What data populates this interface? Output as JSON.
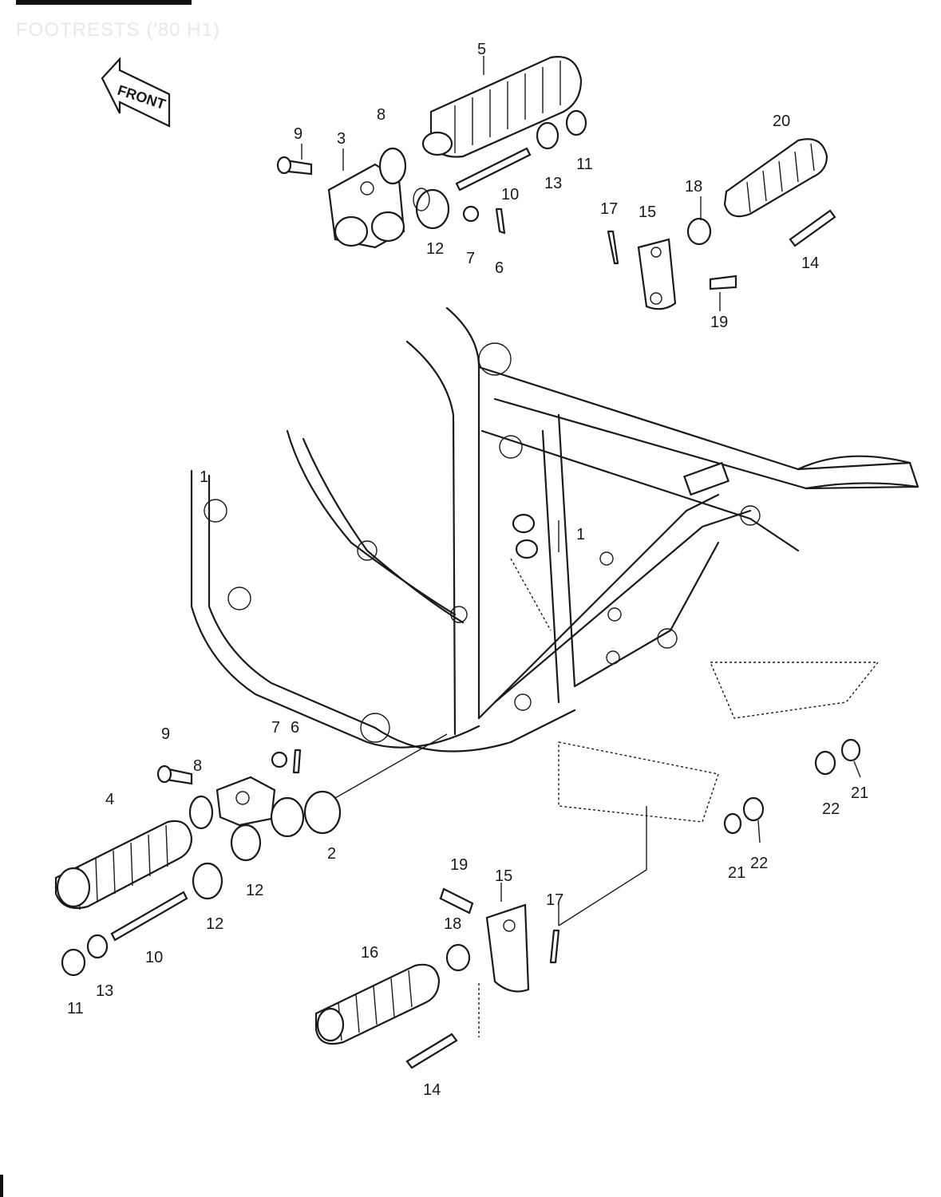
{
  "header": {
    "title": "FOOTRESTS ('80 H1)"
  },
  "front_arrow": {
    "label": "FRONT"
  },
  "callouts": [
    {
      "id": "c5a",
      "text": "5"
    },
    {
      "id": "c8a",
      "text": "8"
    },
    {
      "id": "c9a",
      "text": "9"
    },
    {
      "id": "c3a",
      "text": "3"
    },
    {
      "id": "c13a",
      "text": "13"
    },
    {
      "id": "c11a",
      "text": "11"
    },
    {
      "id": "c20",
      "text": "20"
    },
    {
      "id": "c18a",
      "text": "18"
    },
    {
      "id": "c17a",
      "text": "17"
    },
    {
      "id": "c15a",
      "text": "15"
    },
    {
      "id": "c14a",
      "text": "14"
    },
    {
      "id": "c10a",
      "text": "10"
    },
    {
      "id": "c12a",
      "text": "12"
    },
    {
      "id": "c7a",
      "text": "7"
    },
    {
      "id": "c6a",
      "text": "6"
    },
    {
      "id": "c19a",
      "text": "19"
    },
    {
      "id": "c1a",
      "text": "1"
    },
    {
      "id": "c1b",
      "text": "1"
    },
    {
      "id": "c9b",
      "text": "9"
    },
    {
      "id": "c7b",
      "text": "7"
    },
    {
      "id": "c6b",
      "text": "6"
    },
    {
      "id": "c8b",
      "text": "8"
    },
    {
      "id": "c4",
      "text": "4"
    },
    {
      "id": "c2",
      "text": "2"
    },
    {
      "id": "c12b",
      "text": "12"
    },
    {
      "id": "c12c",
      "text": "12"
    },
    {
      "id": "c10b",
      "text": "10"
    },
    {
      "id": "c13b",
      "text": "13"
    },
    {
      "id": "c11b",
      "text": "11"
    },
    {
      "id": "c22a",
      "text": "22"
    },
    {
      "id": "c21a",
      "text": "21"
    },
    {
      "id": "c21b",
      "text": "21"
    },
    {
      "id": "c22b",
      "text": "22"
    },
    {
      "id": "c19b",
      "text": "19"
    },
    {
      "id": "c15b",
      "text": "15"
    },
    {
      "id": "c17b",
      "text": "17"
    },
    {
      "id": "c18b",
      "text": "18"
    },
    {
      "id": "c16",
      "text": "16"
    },
    {
      "id": "c14b",
      "text": "14"
    }
  ]
}
